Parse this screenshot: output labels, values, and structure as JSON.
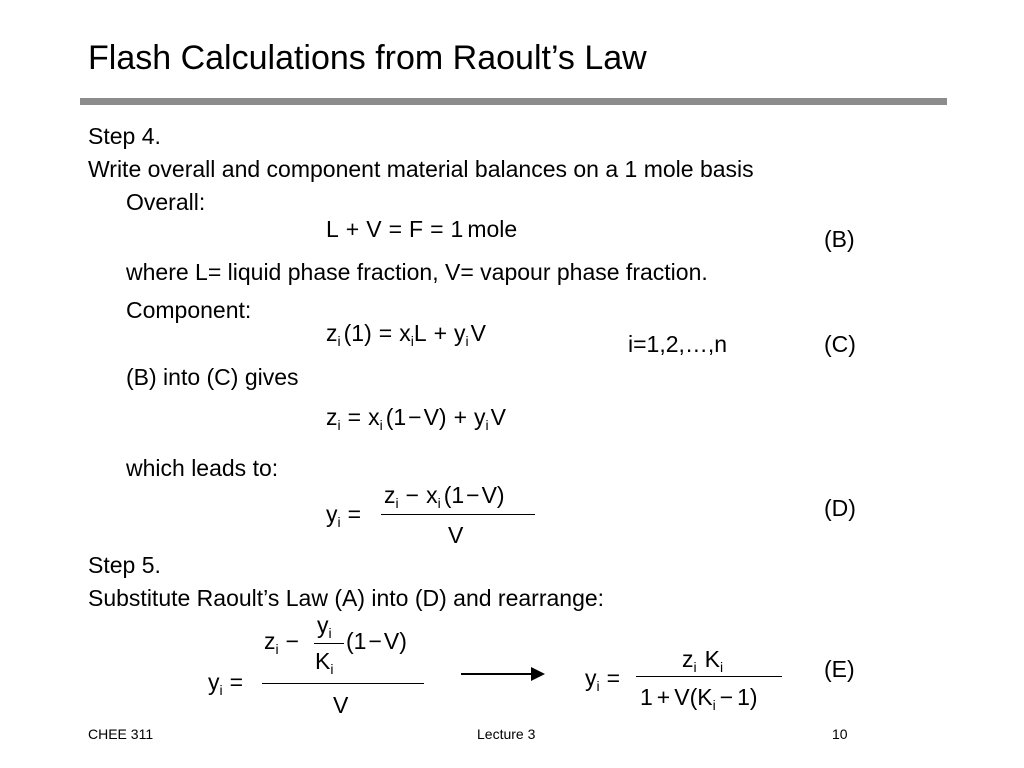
{
  "title": "Flash Calculations from Raoult’s Law",
  "step4": {
    "heading": "Step 4.",
    "intro": "Write overall and component material balances on a 1 mole basis",
    "overall_label": "Overall:",
    "where_text": "where L= liquid phase fraction, V= vapour phase fraction.",
    "component_label": "Component:",
    "range_text": "i=1,2,…,n",
    "b_into_c": "(B) into (C) gives",
    "leads_to": "which leads to:"
  },
  "step5": {
    "heading": "Step 5.",
    "intro": "Substitute Raoult’s Law (A) into (D) and rearrange:"
  },
  "equation_labels": {
    "B": "(B)",
    "C": "(C)",
    "D": "(D)",
    "E": "(E)"
  },
  "eq_b": {
    "L": "L",
    "plus": "+",
    "V": "V",
    "eq1": "=",
    "F": "F",
    "eq2": "=",
    "one": "1",
    "unit": "mole"
  },
  "eq_c": {
    "z": "z",
    "z_sub": "i",
    "paren": "(1)",
    "eq": "=",
    "x": "x",
    "x_sub": "i",
    "L": "L",
    "plus": "+",
    "y": "y",
    "y_sub": "i",
    "V": "V"
  },
  "eq_bc": {
    "z": "z",
    "z_sub": "i",
    "eq": "=",
    "x": "x",
    "x_sub": "i",
    "open": "(1",
    "minus": "−",
    "V_close": "V)",
    "plus": "+",
    "y": "y",
    "y_sub": "i",
    "V": "V"
  },
  "eq_d": {
    "y": "y",
    "y_sub": "i",
    "eq": "=",
    "num_z": "z",
    "num_z_sub": "i",
    "num_minus": "−",
    "num_x": "x",
    "num_x_sub": "i",
    "num_open": "(1",
    "num_minus2": "−",
    "num_V": "V)",
    "den": "V"
  },
  "eq_e_left": {
    "y": "y",
    "y_sub": "i",
    "eq": "=",
    "z": "z",
    "z_sub": "i",
    "minus": "−",
    "inner_num": "y",
    "inner_num_sub": "i",
    "inner_den": "K",
    "inner_den_sub": "i",
    "tail_open": "(1",
    "tail_minus": "−",
    "tail_V": "V)",
    "den": "V"
  },
  "eq_e_right": {
    "y": "y",
    "y_sub": "i",
    "eq": "=",
    "num_z": "z",
    "num_z_sub": "i",
    "num_K": "K",
    "num_K_sub": "i",
    "den_one": "1",
    "den_plus": "+",
    "den_V": "V(K",
    "den_K_sub": "i",
    "den_minus": "−",
    "den_close": "1)"
  },
  "footer": {
    "course": "CHEE 311",
    "lecture": "Lecture 3",
    "page": "10"
  }
}
